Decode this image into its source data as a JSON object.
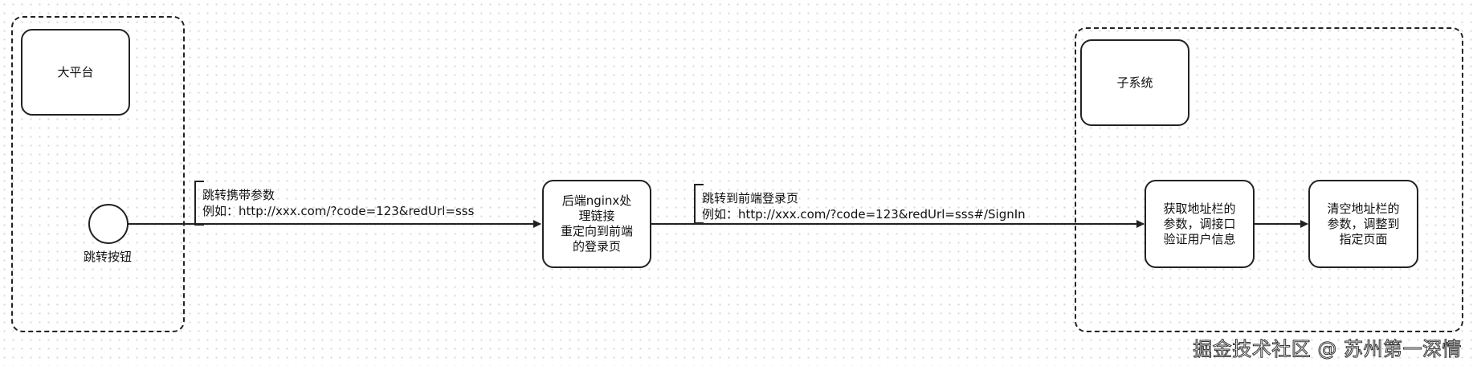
{
  "nodes": {
    "big_platform": {
      "label": "大平台"
    },
    "subsystem": {
      "label": "子系统"
    },
    "jump_button_caption": {
      "label": "跳转按钮"
    },
    "nginx_process": {
      "label": "后端nginx处\n理链接\n重定向到前端\n的登录页"
    },
    "get_params": {
      "label": "获取地址栏的\n参数，调接口\n验证用户信息"
    },
    "clear_params": {
      "label": "清空地址栏的\n参数，调整到\n指定页面"
    }
  },
  "edges": {
    "jump_with_params": {
      "text": "跳转携带参数\n例如：http://xxx.com/?code=123&redUrl=sss"
    },
    "jump_to_login": {
      "text": "跳转到前端登录页\n例如：http://xxx.com/?code=123&redUrl=sss#/SignIn"
    }
  },
  "watermark": {
    "text": "掘金技术社区 @ 苏州第一深情"
  },
  "colors": {
    "stroke": "#222222",
    "background": "#ffffff",
    "grid_dot": "#d6d6d6"
  }
}
